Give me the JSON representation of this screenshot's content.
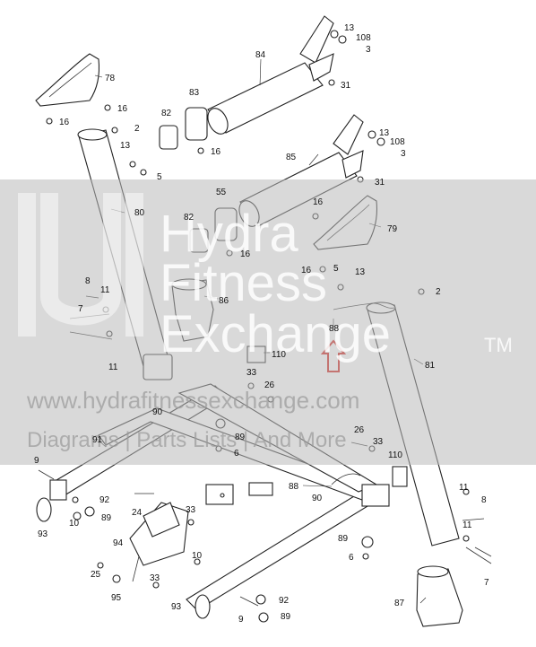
{
  "watermark": {
    "line1": "Hydra",
    "line2": "Fitness",
    "line3": "Exchange",
    "tm": "TM",
    "url": "www.hydrafitnessexchange.com",
    "tagline": "Diagrams | Parts Lists | And More"
  },
  "callouts": {
    "p13a": "13",
    "p108a": "108",
    "p3a": "3",
    "p84": "84",
    "p31a": "31",
    "p78": "78",
    "p16a": "16",
    "p16b": "16",
    "p83": "83",
    "p82a": "82",
    "p16c": "16",
    "p2a": "2",
    "p13b": "13",
    "p5a": "5",
    "p80": "80",
    "p85": "85",
    "p13c": "13",
    "p108b": "108",
    "p3b": "3",
    "p31b": "31",
    "p55": "55",
    "p82b": "82",
    "p16d": "16",
    "p16e": "16",
    "p79": "79",
    "p16f": "16",
    "p5b": "5",
    "p13d": "13",
    "p2b": "2",
    "p86": "86",
    "p8a": "8",
    "p11a": "11",
    "p7a": "7",
    "p11b": "11",
    "p88a": "88",
    "p110a": "110",
    "p81": "81",
    "p33a": "33",
    "p26a": "26",
    "p90a": "90",
    "p91": "91",
    "p89a": "89",
    "p6a": "6",
    "p26b": "26",
    "p33b": "33",
    "p9a": "9",
    "p110b": "110",
    "p88b": "88",
    "p90b": "90",
    "p92a": "92",
    "p10a": "10",
    "p89b": "89",
    "p93a": "93",
    "p24": "24",
    "p33c": "33",
    "p11c": "11",
    "p8b": "8",
    "p11d": "11",
    "p94": "94",
    "p89c": "89",
    "p6b": "6",
    "p25": "25",
    "p10b": "10",
    "p33d": "33",
    "p95": "95",
    "p7b": "7",
    "p93b": "93",
    "p9b": "9",
    "p92b": "92",
    "p89d": "89",
    "p87": "87"
  }
}
